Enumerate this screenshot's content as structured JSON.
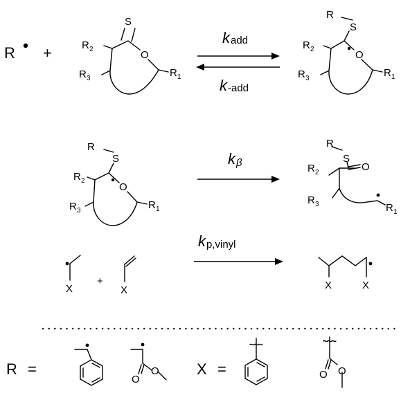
{
  "radical": "R",
  "plus": "+",
  "equals": "=",
  "atoms": {
    "S": "S",
    "O": "O",
    "R": "R",
    "X": "X"
  },
  "subs": {
    "one": "1",
    "two": "2",
    "three": "3"
  },
  "rates": {
    "k": "k",
    "add": "add",
    "minus_add": "-add",
    "beta": "β",
    "p_vinyl": "p,vinyl"
  },
  "separator": "dotted-line"
}
